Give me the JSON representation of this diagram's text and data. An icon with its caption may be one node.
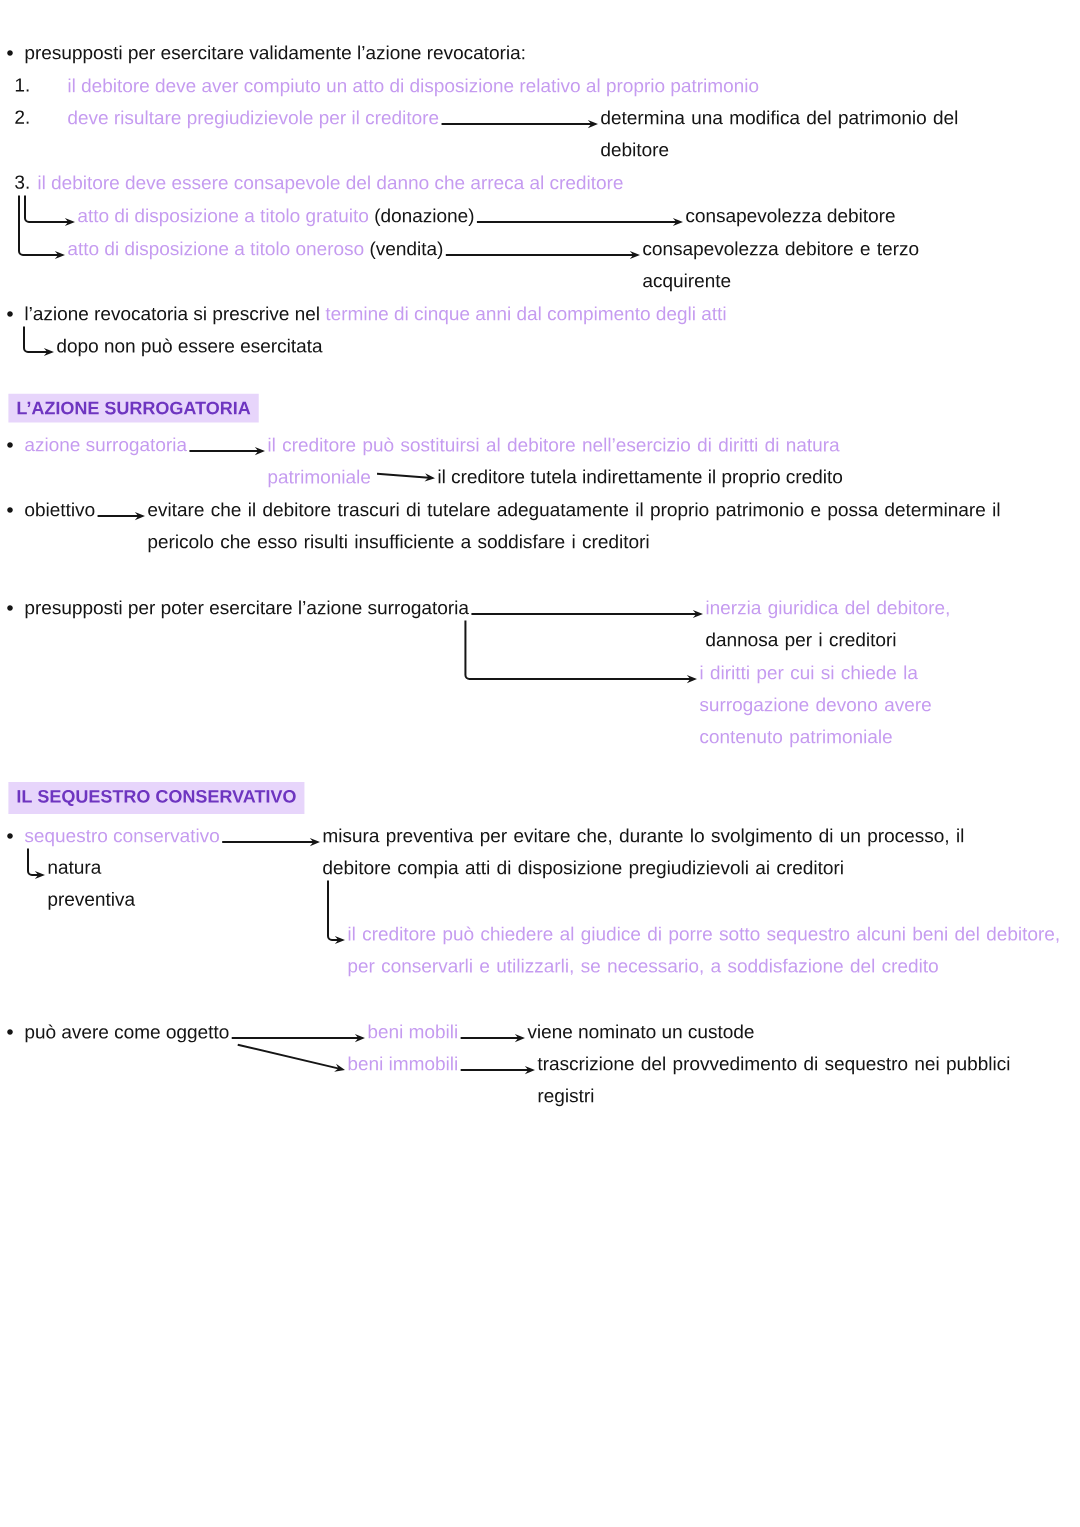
{
  "diagram": {
    "nodes": [
      {
        "text": [
          "presupposti per esercitare validamente l’azione revocatoria:"
        ]
      },
      {
        "text": [
          "il debitore deve aver compiuto un atto di disposizione relativo al proprio patrimonio"
        ]
      },
      {
        "text": [
          "deve risultare pregiudizievole per il creditore"
        ]
      },
      {
        "text": [
          "determina una modifica del patrimonio del debitore"
        ]
      },
      {
        "text": [
          "il debitore deve essere consapevole del danno che arreca al creditore"
        ]
      },
      {
        "text": [
          "atto di disposizione a titolo gratuito"
        ],
        "beside": [
          "(donazione)"
        ]
      },
      {
        "text": [
          "consapevolezza debitore"
        ]
      },
      {
        "text": [
          "atto di disposizione a titolo oneroso"
        ],
        "beside": [
          "(vendita)"
        ]
      },
      {
        "text": [
          "consapevolezza debitore e terzo acquirente"
        ]
      },
      {
        "text": [
          "l’azione revocatoria si prescrive nel",
          "termine di cinque anni dal compimento degli atti"
        ]
      },
      {
        "text": [
          "dopo non può essere esercitata"
        ]
      },
      {
        "text": [
          "L’AZIONE SURROGATORIA"
        ]
      },
      {
        "text": [
          "azione surrogatoria"
        ]
      },
      {
        "text": [
          "il creditore può sostituirsi al debitore nell’esercizio di diritti di natura patrimoniale"
        ]
      },
      {
        "text": [
          "il creditore tutela indirettamente il proprio credito"
        ]
      },
      {
        "text": [
          "obiettivo"
        ]
      },
      {
        "text": [
          "evitare che il debitore trascuri di tutelare adeguatamente il proprio patrimonio e possa determinare il pericolo che esso risulti insufficiente a soddisfare i creditori"
        ]
      },
      {
        "text": [
          "presupposti per poter esercitare l’azione surrogatoria"
        ]
      },
      {
        "text": [
          "inerzia giuridica del debitore,",
          "dannosa per i creditori"
        ]
      },
      {
        "text": [
          "i diritti per cui si chiede la surrogazione devono avere contenuto patrimoniale"
        ]
      },
      {
        "text": [
          "IL SEQUESTRO CONSERVATIVO"
        ]
      },
      {
        "text": [
          "sequestro conservativo"
        ]
      },
      {
        "text": [
          "misura preventiva per evitare che, durante lo svolgimento di un processo, il debitore compia atti di disposizione pregiudizievoli ai creditori"
        ]
      },
      {
        "text": [
          "natura preventiva"
        ]
      },
      {
        "text": [
          "il creditore può chiedere al giudice di porre sotto sequestro alcuni beni del debitore, per conservarli e utilizzarli, se necessario, a soddisfazione del credito"
        ]
      },
      {
        "text": [
          "può avere come oggetto"
        ]
      },
      {
        "text": [
          "beni mobili"
        ]
      },
      {
        "text": [
          "viene nominato un custode"
        ]
      },
      {
        "text": [
          "beni immobili"
        ]
      },
      {
        "text": [
          "trascrizione del provvedimento di sequestro nei pubblici registri"
        ]
      }
    ],
    "edges": [
      {
        "from": 2,
        "to": 3,
        "arrow": "to"
      },
      {
        "from": 4,
        "to": 5,
        "arrow": "to"
      },
      {
        "from": 4,
        "to": 7,
        "arrow": "to"
      },
      {
        "from": 5,
        "to": 6,
        "arrow": "to"
      },
      {
        "from": 7,
        "to": 8,
        "arrow": "to"
      },
      {
        "from": 9,
        "to": 10,
        "arrow": "to"
      },
      {
        "from": 12,
        "to": 13,
        "arrow": "to"
      },
      {
        "from": 13,
        "to": 14,
        "arrow": "to"
      },
      {
        "from": 15,
        "to": 16,
        "arrow": "to"
      },
      {
        "from": 17,
        "to": 18,
        "arrow": "to"
      },
      {
        "from": 17,
        "to": 19,
        "arrow": "to"
      },
      {
        "from": 21,
        "to": 22,
        "arrow": "to"
      },
      {
        "from": 21,
        "to": 23,
        "arrow": "to"
      },
      {
        "from": 22,
        "to": 24,
        "arrow": "to"
      },
      {
        "from": 25,
        "to": 26,
        "arrow": "to"
      },
      {
        "from": 25,
        "to": 28,
        "arrow": "to"
      },
      {
        "from": 26,
        "to": 27,
        "arrow": "to"
      },
      {
        "from": 28,
        "to": 29,
        "arrow": "to"
      }
    ],
    "labels": [
      "1.",
      "2.",
      "3."
    ]
  }
}
